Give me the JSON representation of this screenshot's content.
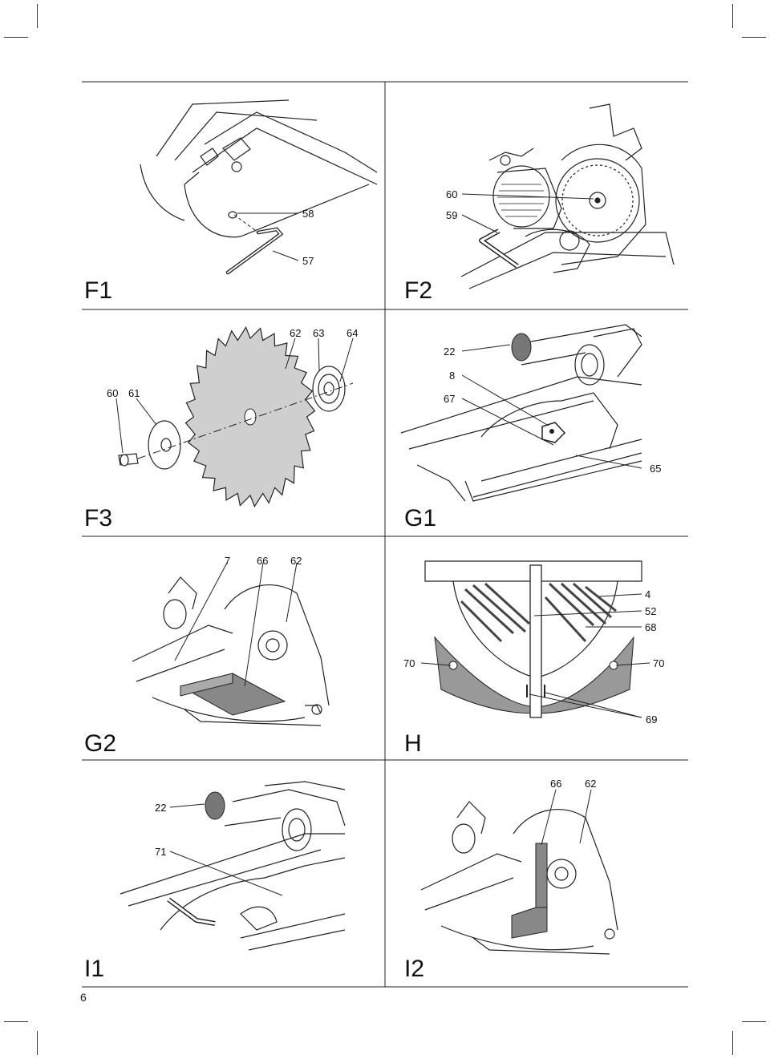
{
  "page_number": "6",
  "panels": {
    "F1": {
      "label": "F1",
      "callouts": {
        "c58": "58",
        "c57": "57"
      }
    },
    "F2": {
      "label": "F2",
      "callouts": {
        "c60": "60",
        "c59": "59"
      }
    },
    "F3": {
      "label": "F3",
      "callouts": {
        "c60": "60",
        "c61": "61",
        "c62": "62",
        "c63": "63",
        "c64": "64"
      }
    },
    "G1": {
      "label": "G1",
      "callouts": {
        "c22": "22",
        "c8": "8",
        "c67": "67",
        "c65": "65"
      }
    },
    "G2": {
      "label": "G2",
      "callouts": {
        "c7": "7",
        "c66": "66",
        "c62": "62"
      }
    },
    "H": {
      "label": "H",
      "callouts": {
        "c4": "4",
        "c52": "52",
        "c68": "68",
        "c70l": "70",
        "c70r": "70",
        "c69": "69"
      }
    },
    "I1": {
      "label": "I1",
      "callouts": {
        "c22": "22",
        "c71": "71"
      }
    },
    "I2": {
      "label": "I2",
      "callouts": {
        "c66": "66",
        "c62": "62"
      }
    }
  }
}
